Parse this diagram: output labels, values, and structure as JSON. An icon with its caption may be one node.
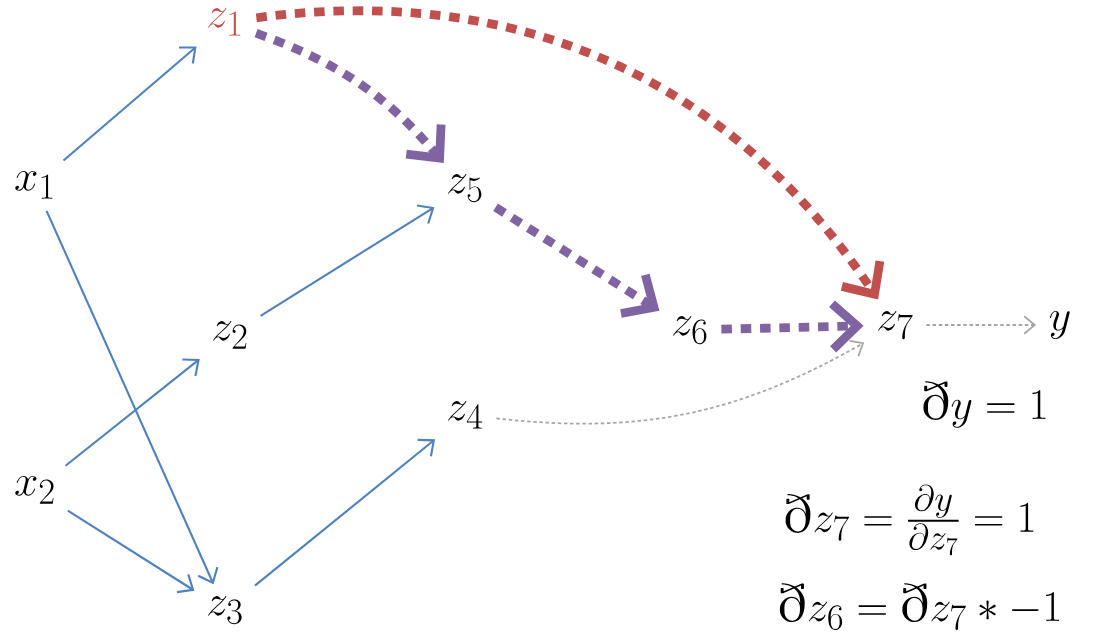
{
  "diagram": {
    "nodes": [
      {
        "text": [
          "x_1"
        ]
      },
      {
        "text": [
          "x_2"
        ]
      },
      {
        "text": [
          "z_1"
        ]
      },
      {
        "text": [
          "z_2"
        ]
      },
      {
        "text": [
          "z_3"
        ]
      },
      {
        "text": [
          "z_4"
        ]
      },
      {
        "text": [
          "z_5"
        ]
      },
      {
        "text": [
          "z_6"
        ]
      },
      {
        "text": [
          "z_7"
        ]
      },
      {
        "text": [
          "y"
        ]
      }
    ],
    "edges": [
      {
        "from": 0,
        "to": 2,
        "arrow": "to"
      },
      {
        "from": 0,
        "to": 4,
        "arrow": "to"
      },
      {
        "from": 1,
        "to": 3,
        "arrow": "to"
      },
      {
        "from": 1,
        "to": 4,
        "arrow": "to"
      },
      {
        "from": 3,
        "to": 6,
        "arrow": "to"
      },
      {
        "from": 4,
        "to": 5,
        "arrow": "to"
      },
      {
        "from": 2,
        "to": 6,
        "arrow": "to",
        "style": "dashed",
        "color": "#8064a2"
      },
      {
        "from": 6,
        "to": 7,
        "arrow": "to",
        "style": "dashed",
        "color": "#8064a2"
      },
      {
        "from": 7,
        "to": 8,
        "arrow": "to",
        "style": "dashed",
        "color": "#8064a2"
      },
      {
        "from": 2,
        "to": 8,
        "arrow": "to",
        "style": "dashed",
        "color": "#c0504d"
      },
      {
        "from": 5,
        "to": 8,
        "arrow": "to",
        "style": "dashed",
        "color": "#a6a6a6"
      },
      {
        "from": 8,
        "to": 9,
        "arrow": "to",
        "style": "dashed",
        "color": "#a6a6a6"
      }
    ],
    "labels": [
      "\\eth y = 1",
      "\\eth z_7 = \\frac{\\partial y}{\\partial z_7} = 1",
      "\\eth z_6 = \\eth z_7 * -1"
    ]
  }
}
